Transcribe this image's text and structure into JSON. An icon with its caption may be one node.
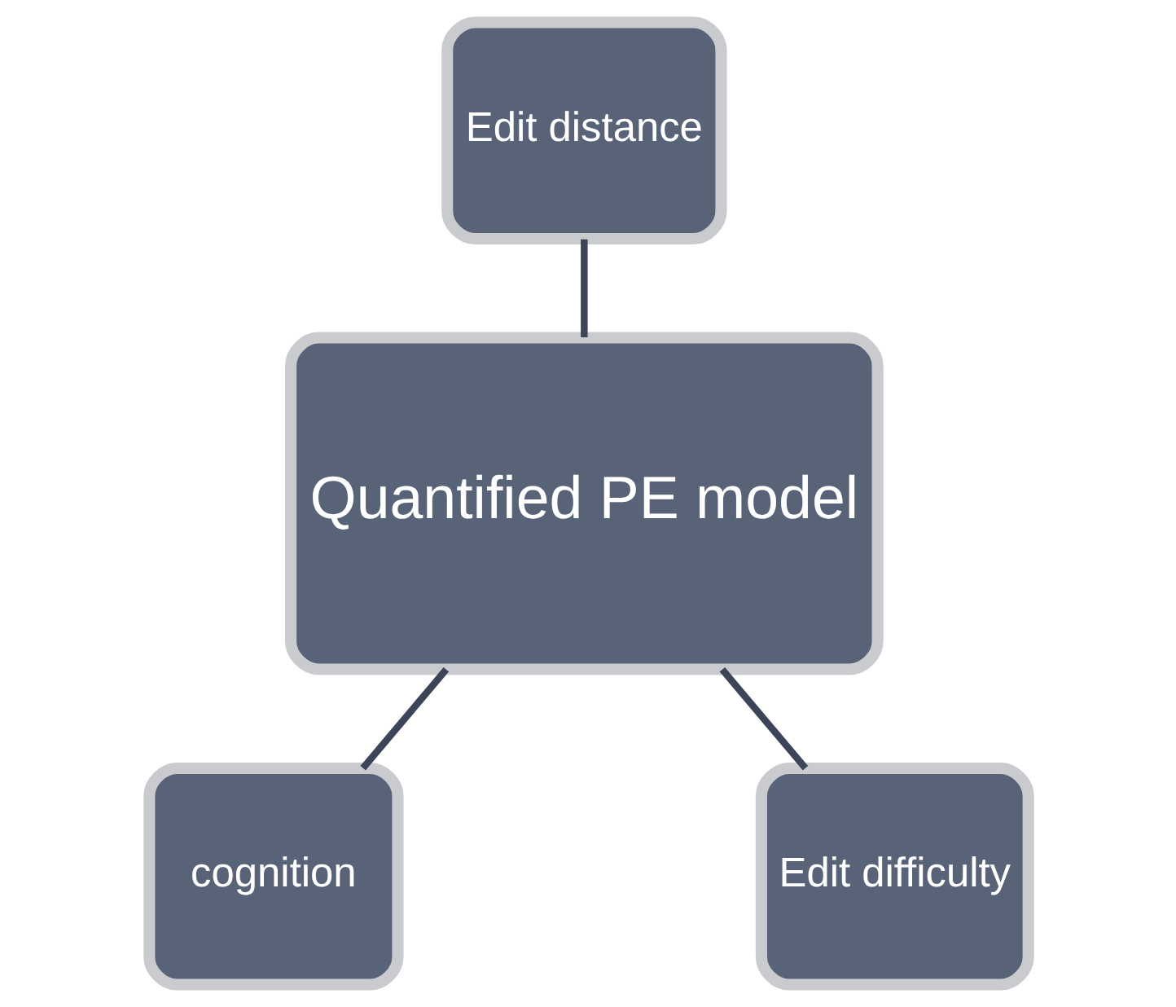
{
  "diagram": {
    "nodes": [
      {
        "text": [
          "Edit distance"
        ]
      },
      {
        "text": [
          "Quantified PE model"
        ]
      },
      {
        "text": [
          "cognition"
        ]
      },
      {
        "text": [
          "Edit difficulty"
        ]
      }
    ],
    "edges": [
      {
        "from": 0,
        "to": 1,
        "arrow": "none"
      },
      {
        "from": 1,
        "to": 2,
        "arrow": "none"
      },
      {
        "from": 1,
        "to": 3,
        "arrow": "none"
      }
    ]
  }
}
